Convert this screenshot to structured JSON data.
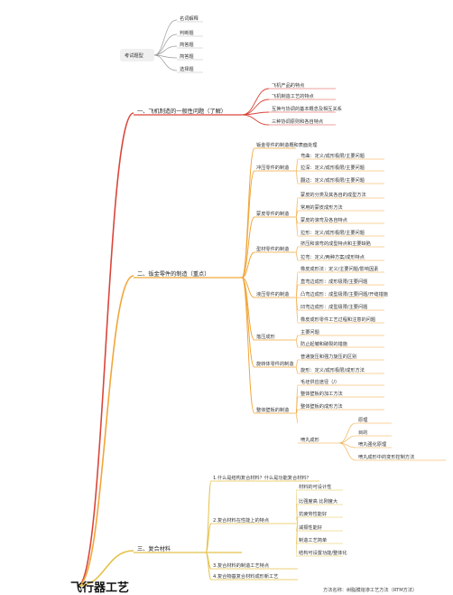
{
  "root": {
    "title": "飞行器工艺"
  },
  "exam": {
    "label": "考试题型",
    "items": [
      "名词解释",
      "判断题",
      "简答题",
      "简答题",
      "选择题"
    ]
  },
  "branches": [
    {
      "title": "一、飞机制造的一般性问题（了解）",
      "color": "#d9463b",
      "children": [
        {
          "label": "飞机产品的特点"
        },
        {
          "label": "飞机制造工艺的特点"
        },
        {
          "label": "互换与协调的基本概念及相互关系"
        },
        {
          "label": "三种协调原则和各自特点"
        }
      ]
    },
    {
      "title": "二、钣金零件的制造（重点）",
      "color": "#f1a63a",
      "children": [
        {
          "label": "钣金零件的制造概和表面处理",
          "children": []
        },
        {
          "label": "冲压零件的制造",
          "children": [
            "弯曲：定义/成形极限/主要问题",
            "拉深：定义/成形极限/主要问题",
            "翻边：定义/成形极限/主要问题"
          ]
        },
        {
          "label": "蒙皮零件的制造",
          "children": [
            "蒙皮的分类及其各自的成型方法",
            "常用的蒙皮成形方法",
            "蒙皮的滚弯及各自特点",
            "拉形：定义/成形极限/主要问题"
          ]
        },
        {
          "label": "型材零件的制造",
          "children": [
            "挤压和滚弯的成型特点和主要缺陷",
            "拉弯：定义/两种方案/成形特点"
          ]
        },
        {
          "label": "液压零件的制造",
          "children": [
            "橡皮成形法：定义/主要问题/影响因素",
            "直弯边成形：成形极限/主要问题",
            "凸弯边成形：成型极限/主要问题/开缝措施",
            "凹弯边成形：成型极限/主要问题",
            "橡皮成形零件工艺过程和注意的问题"
          ]
        },
        {
          "label": "落压成形",
          "children": [
            "主要问题",
            "防止起皱和破裂的措施"
          ]
        },
        {
          "label": "旋转体零件的制造",
          "children": [
            "普通旋压和强力旋压的区别",
            "旋形：定义/成形极限/成形方法"
          ]
        },
        {
          "label": "整体壁板的制造",
          "children": [
            "毛坯供应途径（/）",
            "整体壁板的加工方法",
            "整体壁板的成形方法",
            {
              "label": "喷丸成形",
              "children": [
                "原理",
                "目的",
                "喷丸强化原理",
                "喷丸成形中的变形控制方法"
              ]
            }
          ]
        }
      ]
    },
    {
      "title": "三、复合材料",
      "color": "#e4c14a",
      "children": [
        {
          "label": "1.什么是结构复合材料？什么是功能复合材料？",
          "children": []
        },
        {
          "label": "2.复合材料在性能上的特点",
          "children": [
            "材料的可设计性",
            "比强度高 比刚度大",
            "抗疲劳性能好",
            "减振性能好",
            "制造工艺简单",
            "结构可设置功能/整体化"
          ]
        },
        {
          "label": "3.复合材料的制造工艺特点",
          "children": []
        },
        {
          "label": "4.复合物基复合材料成形新工艺",
          "children": []
        }
      ]
    }
  ],
  "footer": {
    "text": "方法名称：树脂膜熔渗工艺方法（RTM方法）"
  }
}
